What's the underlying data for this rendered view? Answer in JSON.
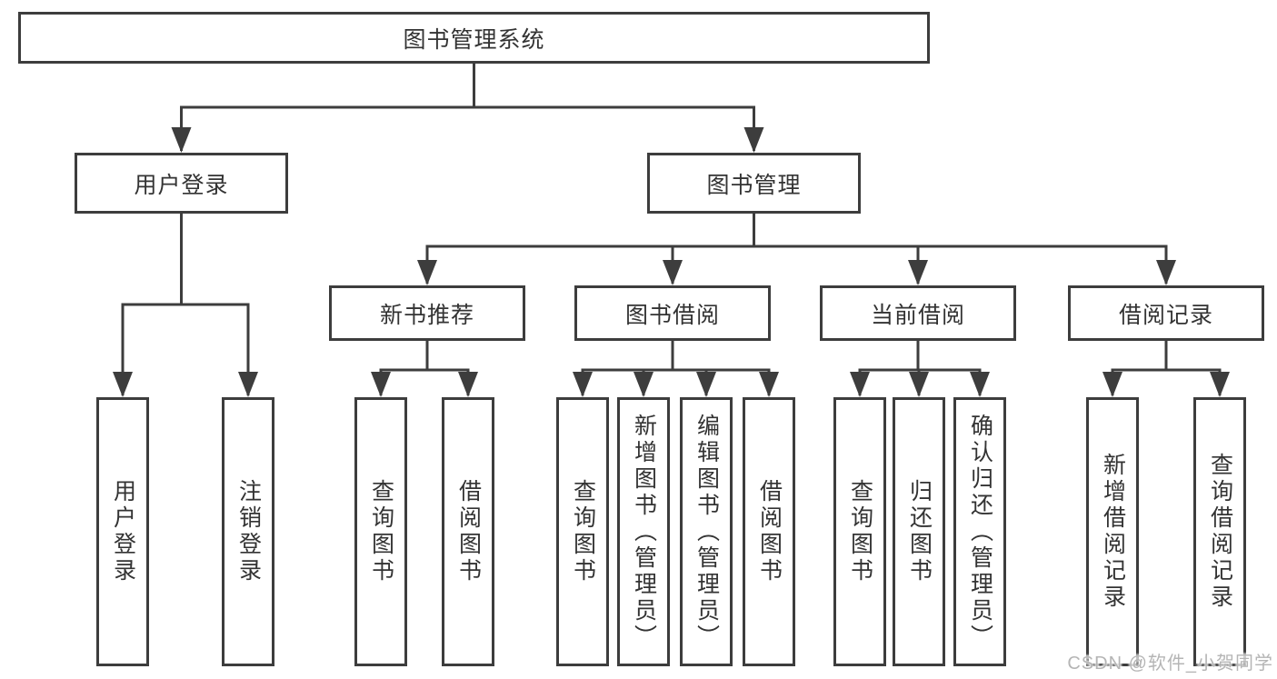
{
  "diagram": {
    "title": "图书管理系统",
    "level1": [
      {
        "label": "用户登录",
        "children": [
          "用户登录",
          "注销登录"
        ]
      },
      {
        "label": "图书管理",
        "groups": [
          {
            "label": "新书推荐",
            "children": [
              "查询图书",
              "借阅图书"
            ]
          },
          {
            "label": "图书借阅",
            "children": [
              "查询图书",
              "新增图书（管理员）",
              "编辑图书（管理员）",
              "借阅图书"
            ]
          },
          {
            "label": "当前借阅",
            "children": [
              "查询图书",
              "归还图书",
              "确认归还（管理员）"
            ]
          },
          {
            "label": "借阅记录",
            "children": [
              "新增借阅记录",
              "查询借阅记录"
            ]
          }
        ]
      }
    ]
  },
  "watermark": {
    "text": "CSDN @软件_小贺同学"
  }
}
